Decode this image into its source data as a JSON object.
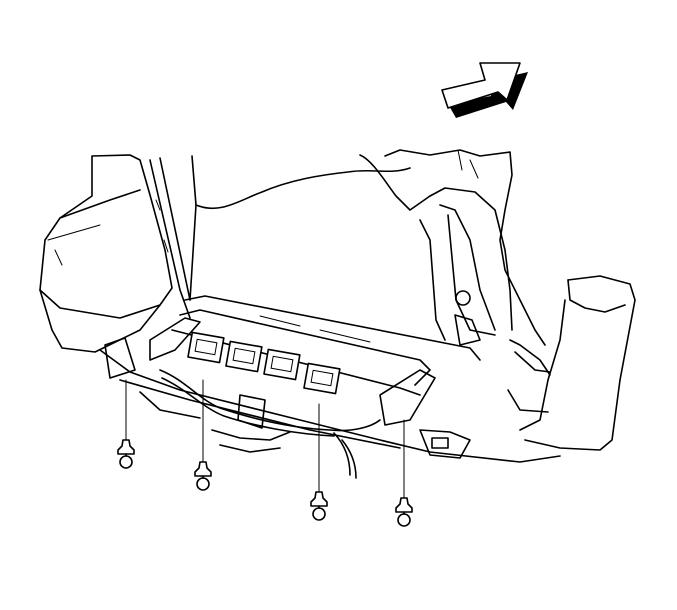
{
  "figure": {
    "subject": "rear-bumper-fascia-lower-fastener-removal",
    "fasteners": [
      {
        "id": "fastener-1"
      },
      {
        "id": "fastener-2"
      },
      {
        "id": "fastener-3"
      },
      {
        "id": "fastener-4"
      }
    ],
    "direction_arrow": {
      "meaning": "front-of-vehicle"
    },
    "colors": {
      "line": "#000000",
      "background": "#ffffff",
      "arrow_shadow": "#000000"
    }
  }
}
